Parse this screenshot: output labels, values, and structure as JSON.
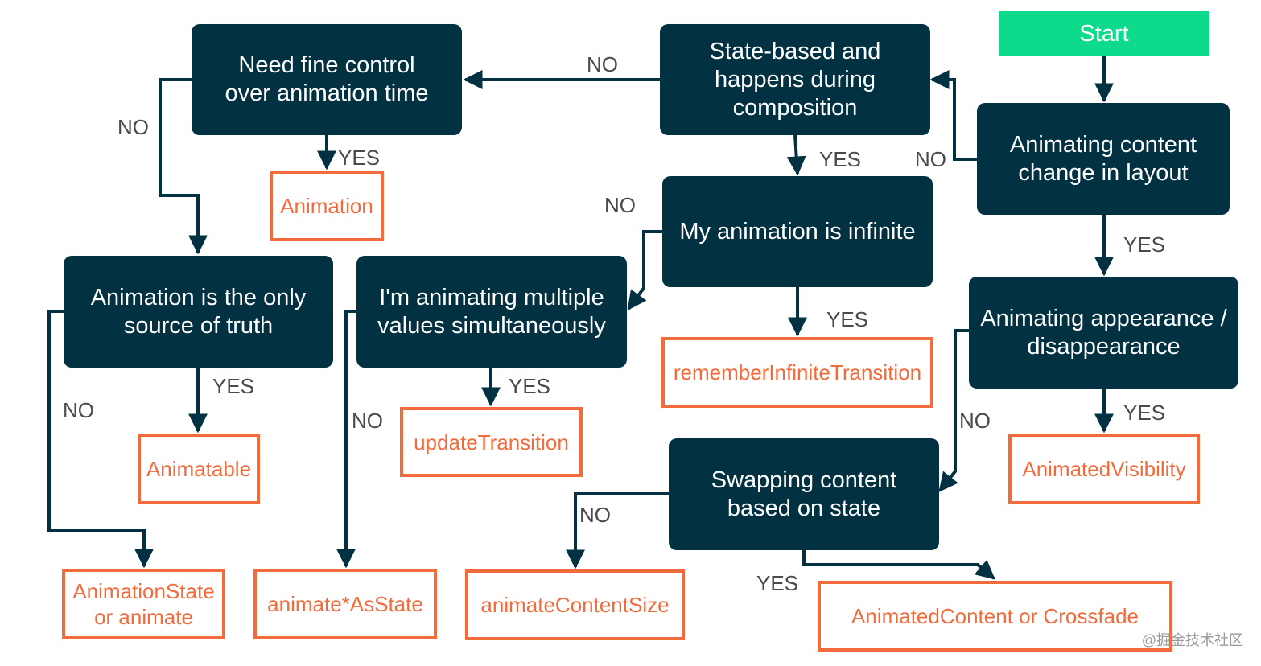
{
  "colors": {
    "question_fill": "#023142",
    "question_text": "#ffffff",
    "result_border": "#f26b3a",
    "result_text": "#f26b3a",
    "start_fill": "#0ddb8b",
    "edge": "#023142",
    "label": "#4a4a4a"
  },
  "nodes": {
    "start": "Start",
    "content_change": "Animating content change in layout",
    "state_based": "State-based and happens during composition",
    "fine_control": "Need fine control over animation time",
    "animation": "Animation",
    "infinite": "My animation is infinite",
    "remember_infinite": "rememberInfiniteTransition",
    "multiple_values": "I'm animating multiple values simultaneously",
    "update_transition": "updateTransition",
    "source_of_truth": "Animation is the only source of truth",
    "animatable": "Animatable",
    "animation_state": "AnimationState or animate",
    "animate_as_state": "animate*AsState",
    "appearance": "Animating appearance / disappearance",
    "animated_visibility": "AnimatedVisibility",
    "swapping": "Swapping content based on state",
    "animate_content_size": "animateContentSize",
    "animated_content": "AnimatedContent or Crossfade"
  },
  "edge_labels": {
    "yes": "YES",
    "no": "NO"
  },
  "watermark": "@掘金技术社区"
}
